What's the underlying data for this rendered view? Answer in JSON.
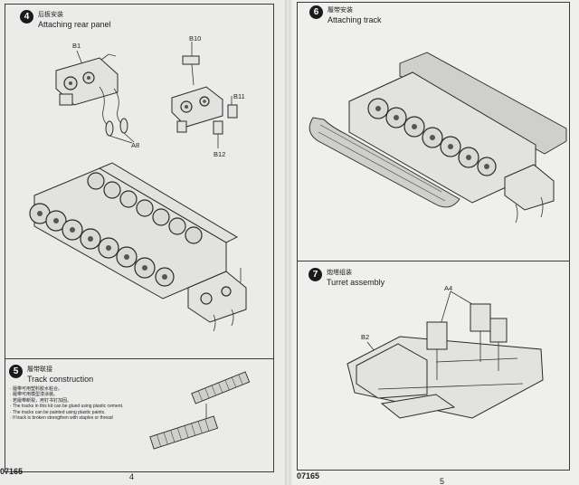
{
  "left_page": {
    "step4": {
      "number": "4",
      "title_cn": "后板安装",
      "title_en": "Attaching rear panel",
      "labels": [
        "B1",
        "B10",
        "B11",
        "A8",
        "B12"
      ]
    },
    "step5": {
      "number": "5",
      "title_cn": "履带联接",
      "title_en": "Track construction",
      "notes": [
        "· 履带可用塑料胶水粘合。",
        "· 履带可用模型漆涂装。",
        "· 若履带断裂，用钉书钉加固。",
        "· The tracks in this kit can be glued using plastic cement.",
        "· The tracks can be painted using plastic paints.",
        "· If track is broken strengthen with staples or thread"
      ]
    },
    "footer_code": "07165",
    "page_number": "4"
  },
  "right_page": {
    "step6": {
      "number": "6",
      "title_cn": "履带安装",
      "title_en": "Attaching track"
    },
    "step7": {
      "number": "7",
      "title_cn": "炮塔组装",
      "title_en": "Turret assembly",
      "labels": [
        "A4",
        "B2"
      ]
    },
    "footer_code": "07165",
    "page_number": "5"
  }
}
